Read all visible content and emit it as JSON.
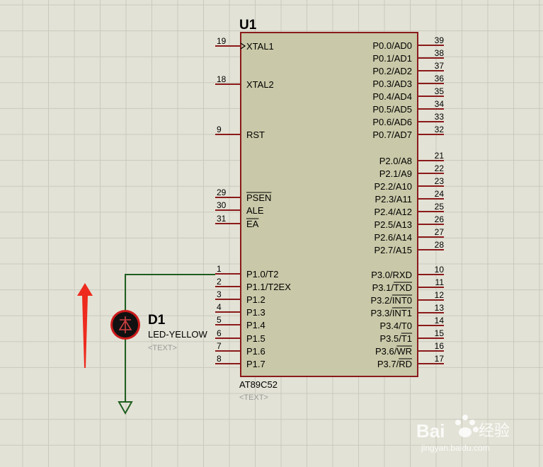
{
  "chip": {
    "ref": "U1",
    "part": "AT89C52",
    "text_placeholder": "<TEXT>",
    "left_pins": [
      {
        "num": "19",
        "name": "XTAL1",
        "clock": true
      },
      {
        "num": "18",
        "name": "XTAL2"
      },
      {
        "num": "9",
        "name": "RST"
      },
      {
        "num": "29",
        "name": "PSEN",
        "overbar": true
      },
      {
        "num": "30",
        "name": "ALE"
      },
      {
        "num": "31",
        "name": "EA",
        "overbar": true
      },
      {
        "num": "1",
        "name": "P1.0/T2"
      },
      {
        "num": "2",
        "name": "P1.1/T2EX"
      },
      {
        "num": "3",
        "name": "P1.2"
      },
      {
        "num": "4",
        "name": "P1.3"
      },
      {
        "num": "5",
        "name": "P1.4"
      },
      {
        "num": "6",
        "name": "P1.5"
      },
      {
        "num": "7",
        "name": "P1.6"
      },
      {
        "num": "8",
        "name": "P1.7"
      }
    ],
    "right_pins": [
      {
        "num": "39",
        "name": "P0.0/AD0"
      },
      {
        "num": "38",
        "name": "P0.1/AD1"
      },
      {
        "num": "37",
        "name": "P0.2/AD2"
      },
      {
        "num": "36",
        "name": "P0.3/AD3"
      },
      {
        "num": "35",
        "name": "P0.4/AD4"
      },
      {
        "num": "34",
        "name": "P0.5/AD5"
      },
      {
        "num": "33",
        "name": "P0.6/AD6"
      },
      {
        "num": "32",
        "name": "P0.7/AD7"
      },
      {
        "num": "21",
        "name": "P2.0/A8"
      },
      {
        "num": "22",
        "name": "P2.1/A9"
      },
      {
        "num": "23",
        "name": "P2.2/A10"
      },
      {
        "num": "24",
        "name": "P2.3/A11"
      },
      {
        "num": "25",
        "name": "P2.4/A12"
      },
      {
        "num": "26",
        "name": "P2.5/A13"
      },
      {
        "num": "27",
        "name": "P2.6/A14"
      },
      {
        "num": "28",
        "name": "P2.7/A15"
      },
      {
        "num": "10",
        "name": "P3.0/RXD"
      },
      {
        "num": "11",
        "name": "P3.1/TXD",
        "overbar_part": "TXD"
      },
      {
        "num": "12",
        "name": "P3.2/INT0",
        "overbar_part": "INT0"
      },
      {
        "num": "13",
        "name": "P3.3/INT1",
        "overbar_part": "INT1"
      },
      {
        "num": "14",
        "name": "P3.4/T0"
      },
      {
        "num": "15",
        "name": "P3.5/T1",
        "overbar_part": "T1"
      },
      {
        "num": "16",
        "name": "P3.6/WR",
        "overbar_part": "WR"
      },
      {
        "num": "17",
        "name": "P3.7/RD",
        "overbar_part": "RD"
      }
    ]
  },
  "led": {
    "ref": "D1",
    "part": "LED-YELLOW",
    "text_placeholder": "<TEXT>"
  },
  "watermark": {
    "brand": "Bai",
    "brand_cn": "经验",
    "url": "jingyan.baidu.com"
  },
  "colors": {
    "background": "#e3e2d6",
    "grid": "#c9c9bd",
    "chip_fill": "#c9c8a8",
    "chip_border": "#8a1a1a",
    "wire": "#1f5f1f",
    "annotation_arrow": "#ee2a1e",
    "led_body": "#111111",
    "led_glow": "#cc1a1a"
  }
}
